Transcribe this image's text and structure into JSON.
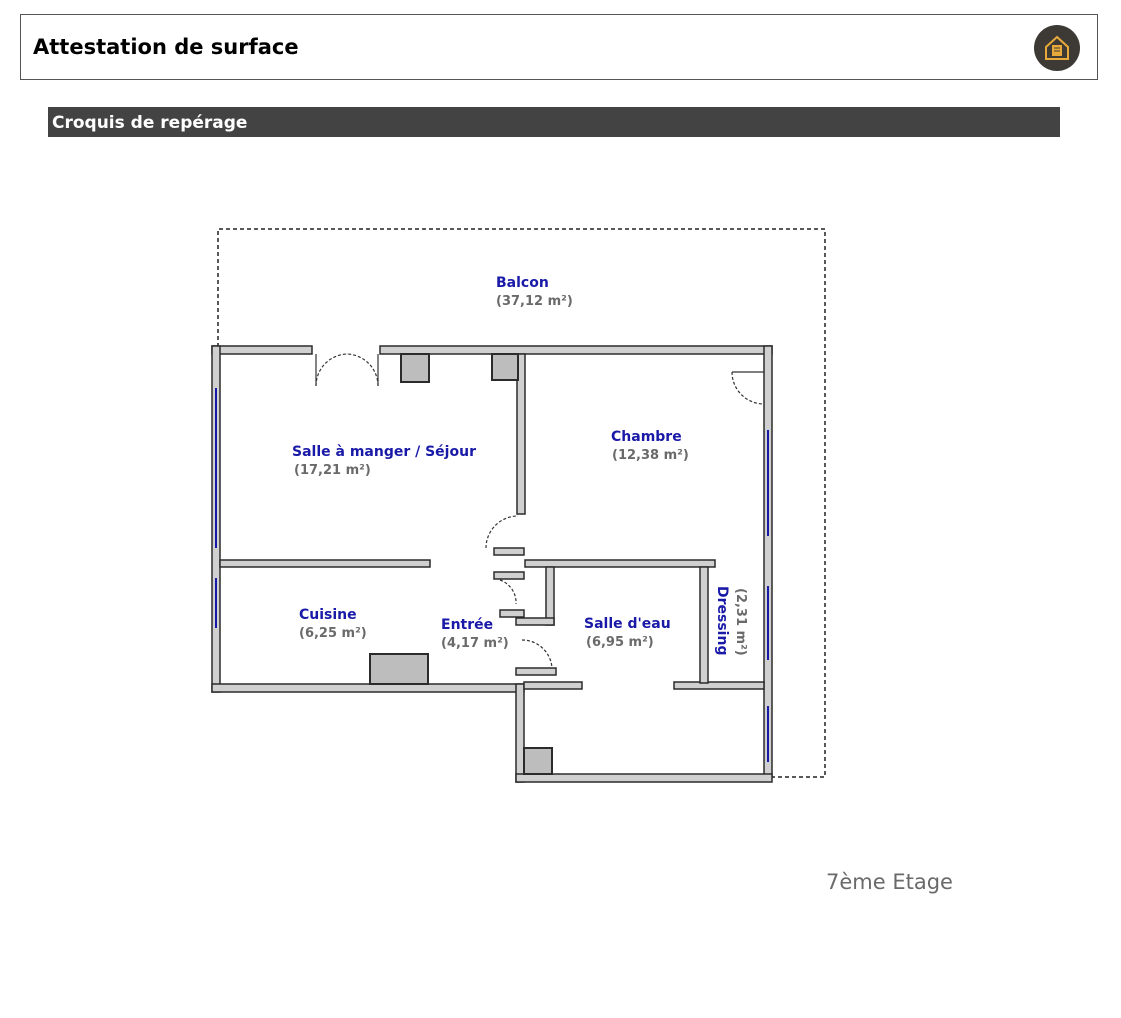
{
  "header": {
    "title": "Attestation de surface",
    "logo_icon": "house-document-icon"
  },
  "section": {
    "title": "Croquis de repérage"
  },
  "plan": {
    "rooms": {
      "balcon": {
        "name": "Balcon",
        "area": "(37,12 m²)"
      },
      "sejour": {
        "name": "Salle à manger / Séjour",
        "area": "(17,21 m²)"
      },
      "chambre": {
        "name": "Chambre",
        "area": "(12,38 m²)"
      },
      "cuisine": {
        "name": "Cuisine",
        "area": "(6,25 m²)"
      },
      "entree": {
        "name": "Entrée",
        "area": "(4,17 m²)"
      },
      "salle_eau": {
        "name": "Salle d'eau",
        "area": "(6,95 m²)"
      },
      "dressing": {
        "name": "Dressing",
        "area": "(2,31 m²)"
      }
    },
    "colors": {
      "wall_fill": "#d0d0d0",
      "wall_stroke": "#2b2b2b",
      "window": "#1a1aa8",
      "room_name": "#1a1aa8",
      "room_area": "#6a6a6a"
    }
  },
  "floor": {
    "label": "7ème Etage"
  }
}
